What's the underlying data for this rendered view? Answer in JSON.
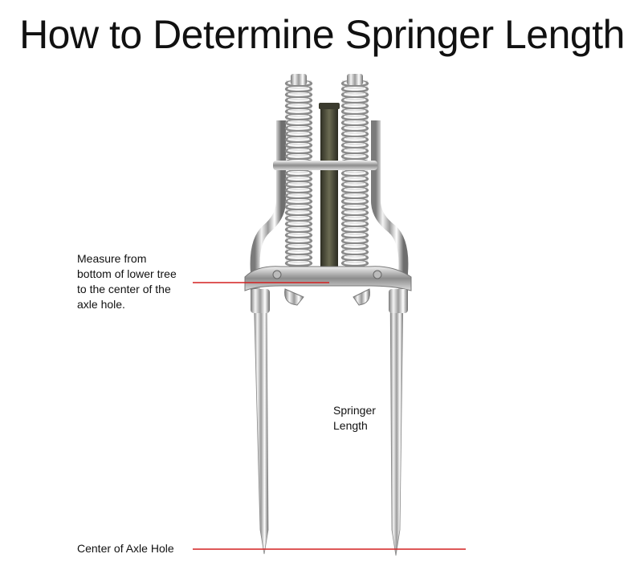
{
  "title": "How to Determine Springer Length",
  "annotations": {
    "measure_note": [
      "Measure from",
      "bottom of lower tree",
      "to the center of the",
      "axle hole."
    ],
    "springer_length": [
      "Springer",
      "Length"
    ],
    "axle_hole": "Center of Axle Hole"
  },
  "colors": {
    "line": "#d42020",
    "chrome": "#c8c8c8",
    "stem": "#4a4a38"
  },
  "icons": [
    "springer-fork-illustration"
  ]
}
